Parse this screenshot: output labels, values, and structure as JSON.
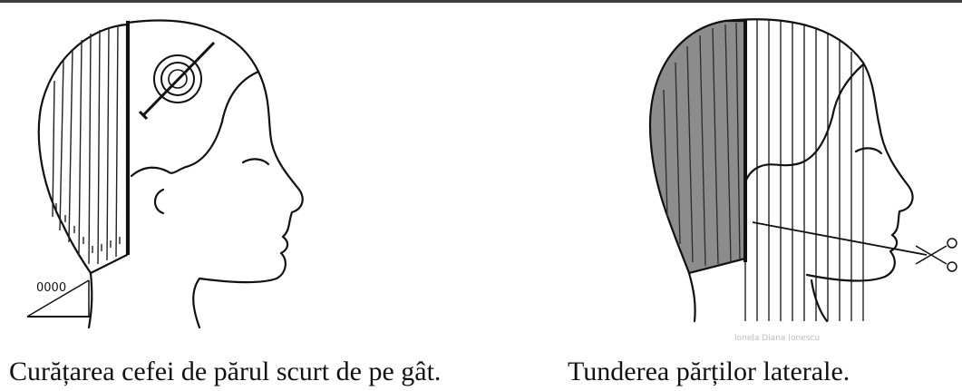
{
  "figures": [
    {
      "caption": "Curățarea cefei de părul scurt de pe gât.",
      "clipper_label": "0000",
      "icons": [
        "head-profile-icon",
        "comb-icon",
        "clipper-guard-icon"
      ],
      "hair_shade": "#ffffff"
    },
    {
      "caption": "Tunderea părților laterale.",
      "watermark": "Ionela Diana Ionescu",
      "icons": [
        "head-profile-icon",
        "scissors-icon"
      ],
      "hair_shade": "#8c8c8c"
    }
  ]
}
